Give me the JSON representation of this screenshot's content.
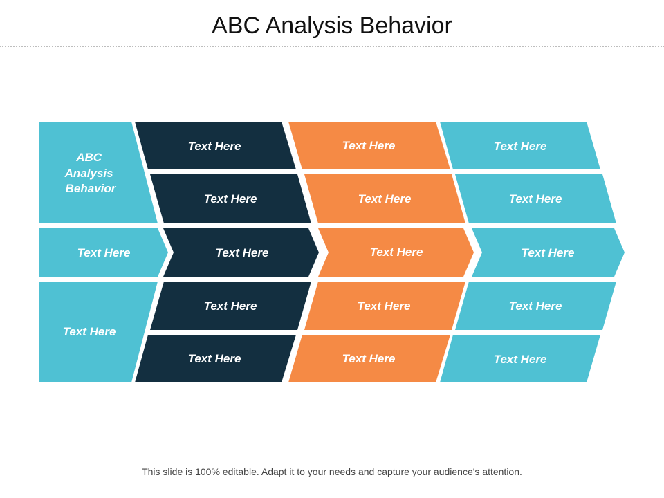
{
  "title": "ABC Analysis Behavior",
  "footer": "This slide is 100% editable. Adapt it to your needs and capture your audience's attention.",
  "colors": {
    "light_blue": "#4FC1D3",
    "navy": "#132F40",
    "orange": "#F58A45",
    "text": "#FFFFFF"
  },
  "left_column": {
    "top": [
      "ABC",
      "Analysis",
      "Behavior"
    ],
    "middle": "Text Here",
    "bottom": "Text Here"
  },
  "rows": [
    [
      "Text Here",
      "Text Here",
      "Text Here"
    ],
    [
      "Text Here",
      "Text Here",
      "Text Here"
    ],
    [
      "Text Here",
      "Text Here",
      "Text Here"
    ],
    [
      "Text Here",
      "Text Here",
      "Text Here"
    ],
    [
      "Text Here",
      "Text Here",
      "Text Here"
    ]
  ]
}
